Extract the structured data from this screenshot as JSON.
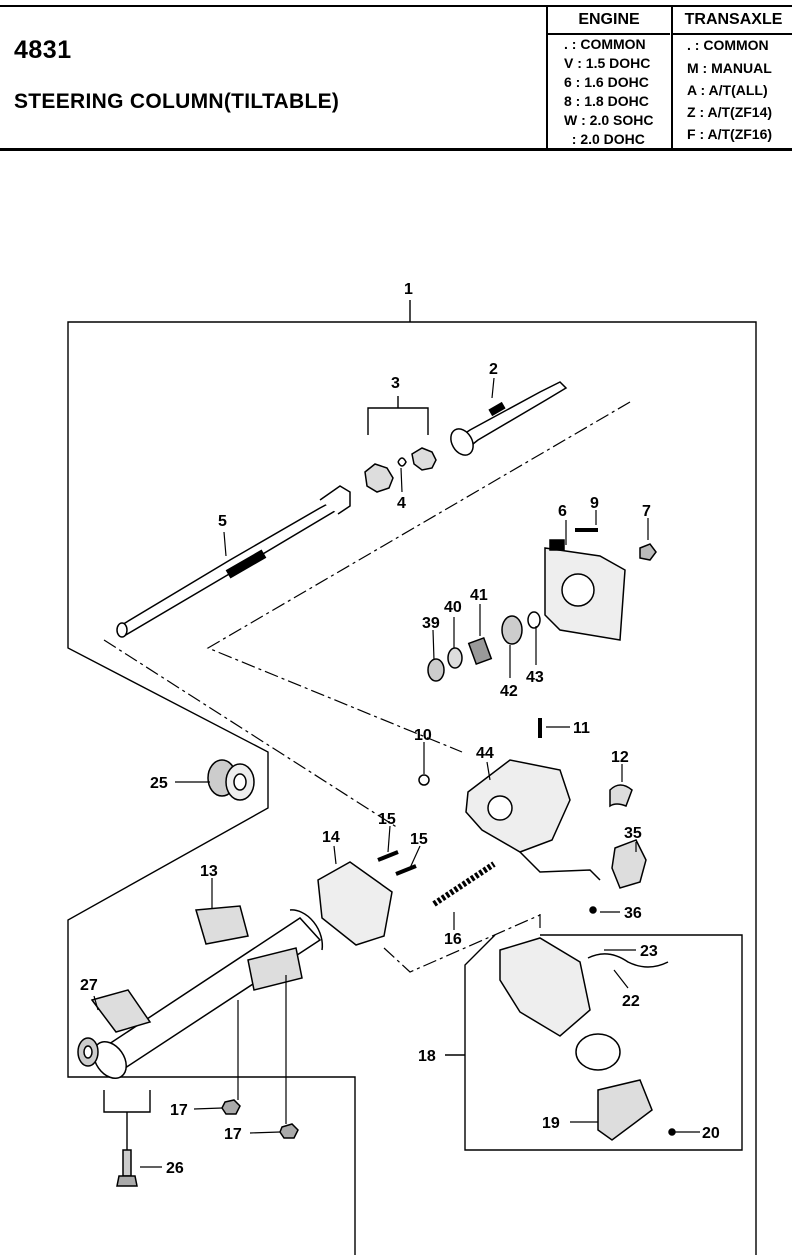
{
  "header": {
    "page_code": "4831",
    "title": "STEERING COLUMN(TILTABLE)"
  },
  "engine": {
    "heading": "ENGINE",
    "rows": [
      ". : COMMON",
      "V : 1.5 DOHC",
      "6 : 1.6 DOHC",
      "8 : 1.8 DOHC",
      "W : 2.0 SOHC",
      "  : 2.0 DOHC"
    ]
  },
  "transaxle": {
    "heading": "TRANSAXLE",
    "rows": [
      ". : COMMON",
      "M : MANUAL",
      "A : A/T(ALL)",
      "Z : A/T(ZF14)",
      "F : A/T(ZF16)"
    ]
  },
  "callouts": [
    "1",
    "2",
    "3",
    "4",
    "5",
    "6",
    "7",
    "9",
    "10",
    "11",
    "12",
    "13",
    "14",
    "15",
    "15",
    "16",
    "17",
    "17",
    "18",
    "19",
    "20",
    "22",
    "23",
    "25",
    "26",
    "27",
    "35",
    "36",
    "39",
    "40",
    "41",
    "42",
    "43",
    "44"
  ]
}
